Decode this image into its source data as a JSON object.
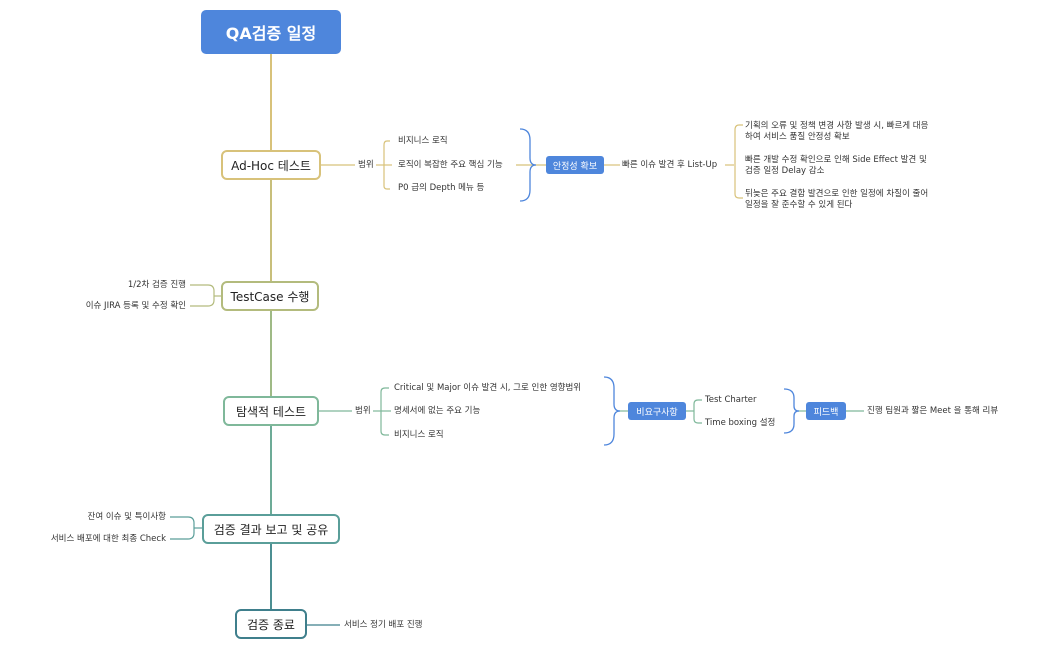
{
  "title": "QA검증 일정",
  "nodes": {
    "adhoc": "Ad-Hoc 테스트",
    "testcase": "TestCase 수행",
    "explore": "탐색적 테스트",
    "report": "검증 결과 보고 및 공유",
    "end": "검증 종료"
  },
  "adhoc": {
    "scope_label": "범위",
    "scope_items": [
      "비지니스 로직",
      "로직이 복잡한 주요 핵심 기능",
      "P0 급의 Depth 메뉴 등"
    ],
    "badge": "안정성 확보",
    "followup": "빠른 이슈 발견 후 List-Up",
    "notes": [
      "기획의 오류 및 정책 변경 사항 발생 시, 빠르게 대응 하여 서비스 품질 안정성 확보",
      "빠른 개발 수정 확인으로 인해 Side Effect 발견 및 검증 일정 Delay 감소",
      "뒤늦은 주요 결함 발견으로 인한 일정에 차질이 줄어 일정을 잘 준수할 수 있게 된다"
    ]
  },
  "testcase": {
    "items": [
      "1/2차 검증 진행",
      "이슈 JIRA 등록 및 수정 확인"
    ]
  },
  "explore": {
    "scope_label": "범위",
    "scope_items": [
      "Critical 및 Major 이슈 발견 시, 그로 인한 영향범위",
      "명세서에 없는 주요 기능",
      "비지니스 로직"
    ],
    "badge": "비요구사항",
    "sub_items": [
      "Test Charter",
      "Time boxing 설정"
    ],
    "badge2": "피드백",
    "feedback": "진행 팀원과 짧은 Meet 을 통해 리뷰"
  },
  "report": {
    "items": [
      "잔여 이슈 및 특이사항",
      "서비스 배포에 대한 최종 Check"
    ]
  },
  "end": {
    "item": "서비스 정기 배포 진행"
  },
  "colors": {
    "root": "#4e86dc",
    "adhoc": "#d8c27a",
    "testcase": "#b3bb7d",
    "explore": "#7fb89a",
    "report": "#5a9e99",
    "end": "#3f7f8c",
    "brace": "#4e86dc"
  }
}
